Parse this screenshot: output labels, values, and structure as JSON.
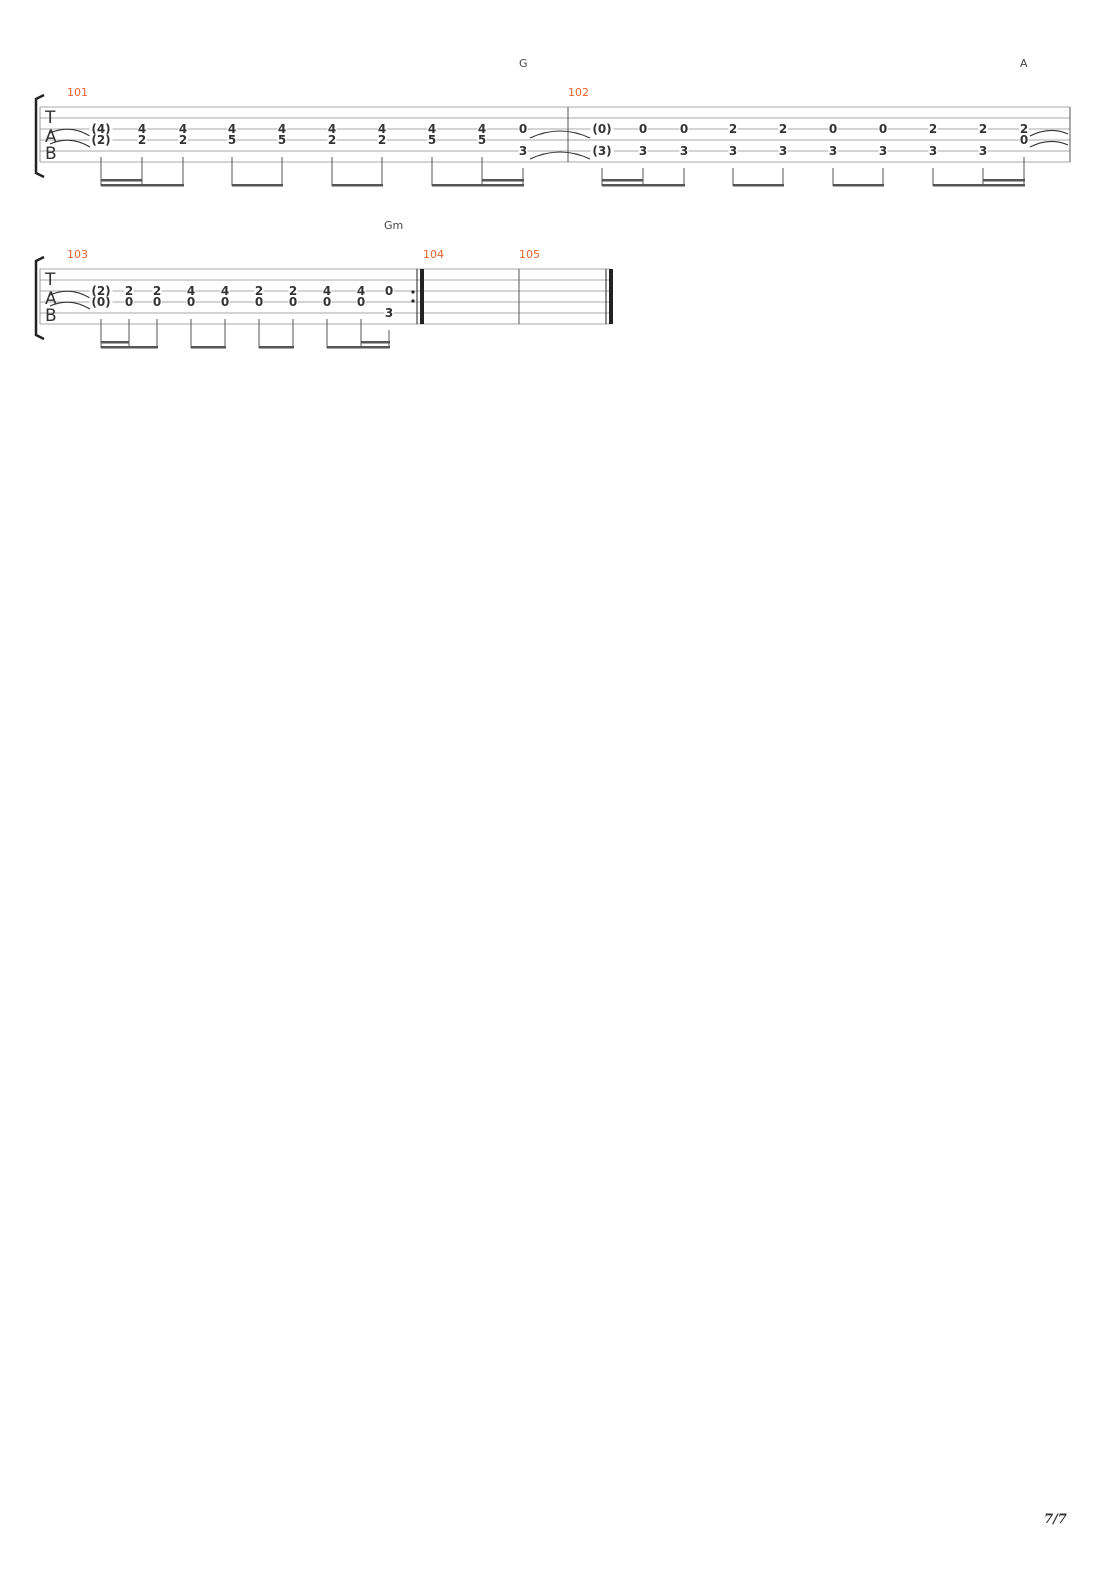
{
  "clef": {
    "t": "T",
    "a": "A",
    "b": "B"
  },
  "page_number": "7/7",
  "systems": [
    {
      "measures": [
        {
          "number": "101",
          "chords": [
            {
              "name": "G",
              "beat": 9
            }
          ],
          "ends_with_tie": true,
          "beats": [
            {
              "s3": "(4)",
              "s4": "(2)"
            },
            {
              "s3": "4",
              "s4": "2"
            },
            {
              "s3": "4",
              "s4": "2"
            },
            {
              "s3": "4",
              "s4": "5"
            },
            {
              "s3": "4",
              "s4": "5"
            },
            {
              "s3": "4",
              "s4": "2"
            },
            {
              "s3": "4",
              "s4": "2"
            },
            {
              "s3": "4",
              "s4": "5"
            },
            {
              "s3": "4",
              "s4": "5"
            },
            {
              "s3": "0",
              "s5": "3"
            }
          ]
        },
        {
          "number": "102",
          "chords": [
            {
              "name": "A",
              "beat": 9
            }
          ],
          "ends_with_tie": true,
          "beats": [
            {
              "s3": "(0)",
              "s5": "(3)"
            },
            {
              "s3": "0",
              "s5": "3"
            },
            {
              "s3": "0",
              "s5": "3"
            },
            {
              "s3": "2",
              "s5": "3"
            },
            {
              "s3": "2",
              "s5": "3"
            },
            {
              "s3": "0",
              "s5": "3"
            },
            {
              "s3": "0",
              "s5": "3"
            },
            {
              "s3": "2",
              "s5": "3"
            },
            {
              "s3": "2",
              "s5": "3"
            },
            {
              "s3": "2",
              "s4": "0"
            }
          ]
        }
      ]
    },
    {
      "measures": [
        {
          "number": "103",
          "chords": [
            {
              "name": "Gm",
              "beat": 9
            }
          ],
          "repeat_end": true,
          "beats": [
            {
              "s3": "(2)",
              "s4": "(0)"
            },
            {
              "s3": "2",
              "s4": "0"
            },
            {
              "s3": "2",
              "s4": "0"
            },
            {
              "s3": "4",
              "s4": "0"
            },
            {
              "s3": "4",
              "s4": "0"
            },
            {
              "s3": "2",
              "s4": "0"
            },
            {
              "s3": "2",
              "s4": "0"
            },
            {
              "s3": "4",
              "s4": "0"
            },
            {
              "s3": "4",
              "s4": "0"
            },
            {
              "s3": "0",
              "s5": "3"
            }
          ]
        },
        {
          "number": "104",
          "beats": []
        },
        {
          "number": "105",
          "beats": [],
          "final_bar": true
        }
      ]
    }
  ]
}
